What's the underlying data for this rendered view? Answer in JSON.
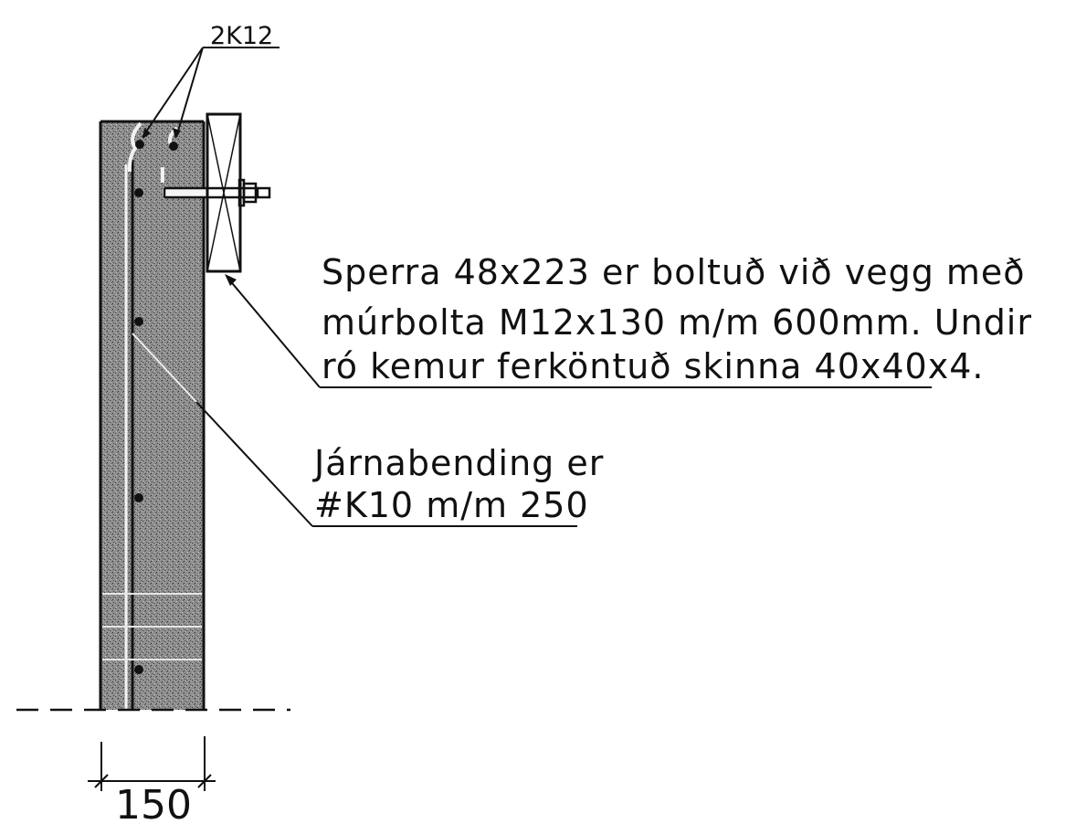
{
  "drawing": {
    "rebar_tag": "2K12",
    "rafter_note": {
      "lines": [
        "Sperra 48x223 er boltuð við vegg með",
        "múrbolta M12x130 m/m 600mm. Undir",
        "ró kemur ferköntuð skinna 40x40x4."
      ]
    },
    "reinforcement_note": {
      "lines": [
        "Járnabending er",
        "#K10 m/m 250"
      ]
    },
    "wall_thickness": "150",
    "colors": {
      "line": "#111111",
      "concrete": "#8a8a8a",
      "background": "#ffffff"
    }
  }
}
